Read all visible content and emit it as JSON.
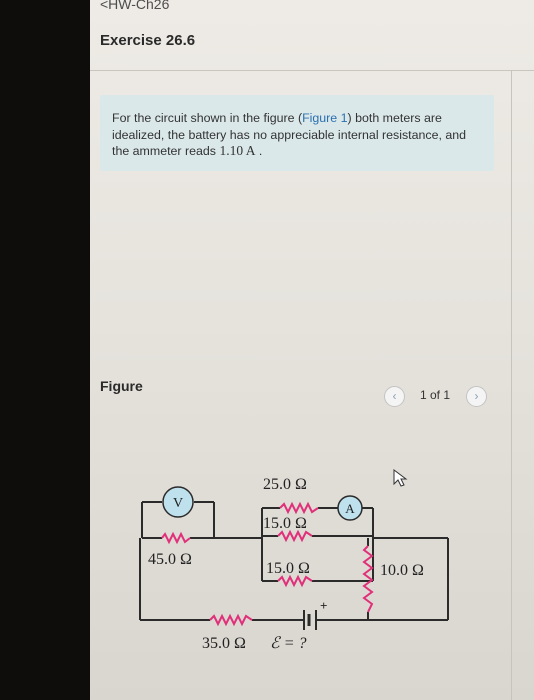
{
  "nav": {
    "breadcrumb": "<HW-Ch26"
  },
  "exercise": {
    "title": "Exercise 26.6"
  },
  "problem": {
    "text_before": "For the circuit shown in the figure (",
    "figure_link": "Figure 1",
    "text_after": ") both meters are idealized, the battery has no appreciable internal resistance, and the ammeter reads ",
    "current": "1.10 A",
    "text_end": " ."
  },
  "figure": {
    "label": "Figure",
    "pager": {
      "prev_icon": "‹",
      "count": "1 of 1",
      "next_icon": "›"
    }
  },
  "circuit": {
    "voltmeter": "V",
    "ammeter": "A",
    "r_top": "25.0 Ω",
    "r_mid_upper": "15.0 Ω",
    "r_mid_lower": "15.0 Ω",
    "r_left": "45.0 Ω",
    "r_right": "10.0 Ω",
    "r_bottom": "35.0 Ω",
    "emf": "ℰ = ?",
    "battery_plus": "+",
    "colors": {
      "wire": "#2b2b2b",
      "resistor": "#e0307a",
      "meter_fill": "#bfe1ee"
    }
  },
  "cursor_icon": "pointer-arrow-icon"
}
